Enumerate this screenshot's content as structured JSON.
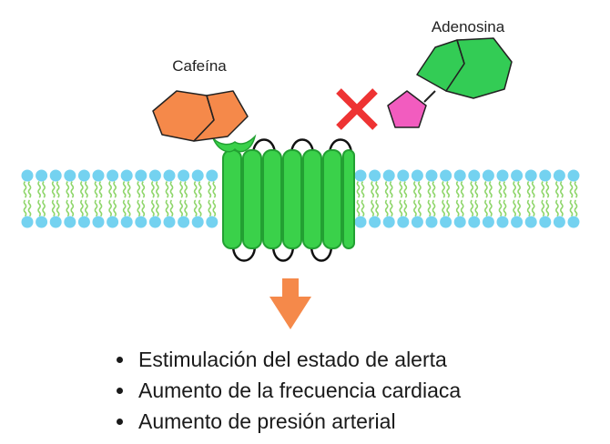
{
  "labels": {
    "caffeine": "Cafeína",
    "adenosine": "Adenosina"
  },
  "effects": [
    "Estimulación del estado de alerta",
    "Aumento de la frecuencia cardiaca",
    "Aumento de presión arterial"
  ],
  "colors": {
    "caffeine": "#f5894a",
    "adenosine_ring": "#33cc55",
    "adenosine_pentagon": "#f25cbf",
    "receptor": "#3ad14a",
    "receptor_dark": "#22a032",
    "lipid_head": "#74d2f0",
    "lipid_tail": "#8fd66b",
    "blocked_x": "#ee3333",
    "arrow": "#f5894a"
  },
  "icons": {
    "blocked": "x-mark-icon",
    "signal": "down-arrow-icon"
  }
}
